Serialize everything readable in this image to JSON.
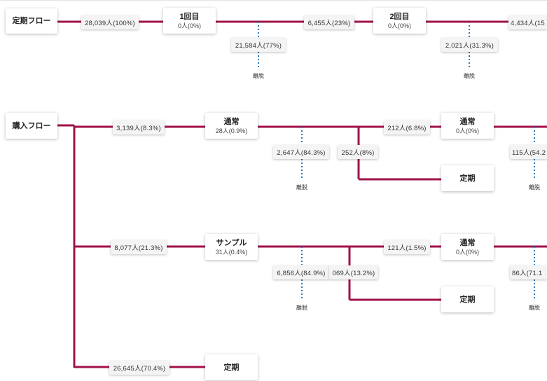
{
  "flows": {
    "teiki": {
      "label": "定期フロー",
      "entry_count": "28,039人(100%)",
      "nodes": [
        {
          "title": "1回目",
          "sub": "0人(0%)"
        },
        {
          "title": "2回目",
          "sub": "0人(0%)"
        }
      ],
      "next_counts": [
        "6,455人(23%)",
        "4,434人(15"
      ],
      "dropouts": [
        "21,584人(77%)",
        "2,021人(31.3%)"
      ]
    },
    "kounyu": {
      "label": "購入フロー",
      "branches": [
        {
          "count": "3,139人(8.3%)",
          "node": {
            "title": "通常",
            "sub": "28人(0.9%)"
          },
          "dropout": "2,647人(84.3%)",
          "next_count": "212人(6.8%)",
          "next_node": {
            "title": "通常",
            "sub": "0人(0%)"
          },
          "next_dropout": "115人(54.2",
          "alt_count": "252人(8%)",
          "alt_node": {
            "title": "定期"
          }
        },
        {
          "count": "8,077人(21.3%)",
          "node": {
            "title": "サンプル",
            "sub": "31人(0.4%)"
          },
          "dropout": "6,856人(84.9%)",
          "next_count": "121人(1.5%)",
          "next_node": {
            "title": "通常",
            "sub": "0人(0%)"
          },
          "next_dropout": "86人(71.1",
          "alt_count": "069人(13.2%)",
          "alt_node": {
            "title": "定期"
          }
        },
        {
          "count": "26,645人(70.4%)",
          "node": {
            "title": "定期"
          }
        }
      ]
    }
  },
  "dropout_label": "離脱",
  "colors": {
    "flow_line": "#a0124a",
    "dropout_line": "#2a78b8"
  }
}
